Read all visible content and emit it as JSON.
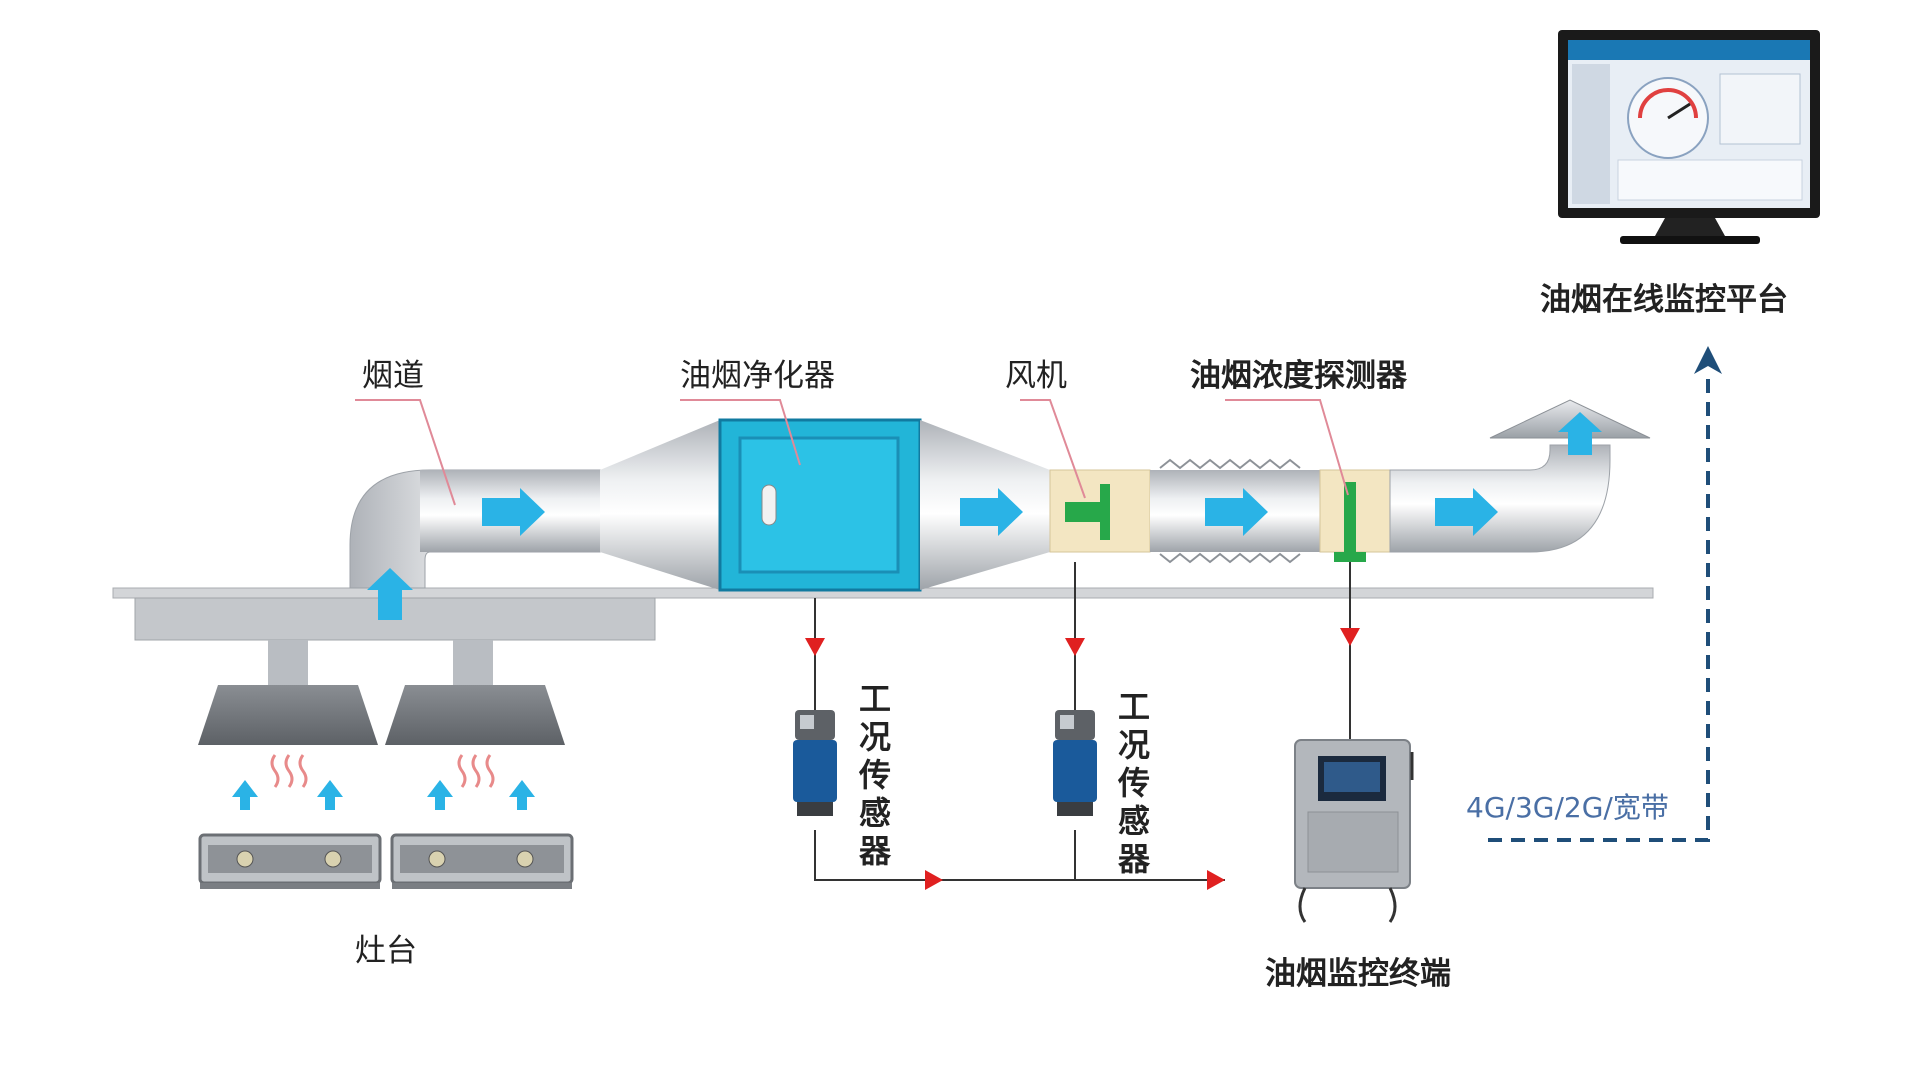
{
  "labels": {
    "flue": "烟道",
    "purifier": "油烟净化器",
    "fan": "风机",
    "detector": "油烟浓度探测器",
    "platform": "油烟在线监控平台",
    "stove": "灶台",
    "sensor_1": "工况传感器",
    "sensor_2": "工况传感器",
    "terminal": "油烟监控终端",
    "network": "4G/3G/2G/宽带"
  },
  "colors": {
    "duct": "#c9ccd1",
    "purifier": "#22b5d8",
    "flow_arrow": "#2ab3e6",
    "signal_arrow": "#e02020",
    "uplink": "#1f4e79",
    "fan_zone": "#f3e6c2"
  },
  "icons": {
    "monitor": "monitor-icon",
    "terminal": "terminal-box-icon",
    "sensor": "sensor-device-icon",
    "stove": "gas-stove-icon",
    "hood": "range-hood-icon"
  }
}
